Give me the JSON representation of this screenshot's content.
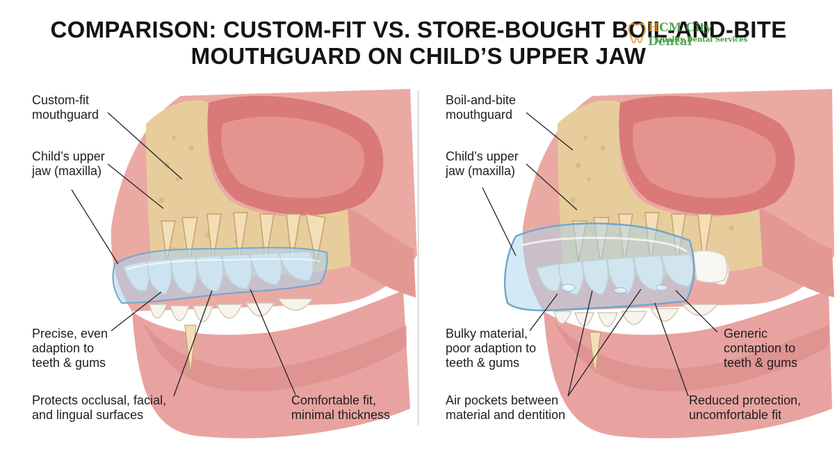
{
  "title": {
    "line1": "COMPARISON: CUSTOM-FIT VS. STORE-BOUGHT BOIL-AND-BITE",
    "line2": "MOUTHGUARD ON CHILD’S UPPER JAW"
  },
  "logo": {
    "name_part1": "H",
    "name_part2": "CM City Dental",
    "tagline": "Quality Dental Services"
  },
  "left_panel": {
    "labels": {
      "mouthguard": "Custom-fit\nmouthguard",
      "jaw": "Child’s upper\njaw (maxilla)",
      "adaption": "Precise, even\nadaption to\nteeth & gums",
      "protects": "Protects occlusal, facial,\nand lingual surfaces",
      "comfort": "Comfortable fit,\nminimal thickness"
    }
  },
  "right_panel": {
    "labels": {
      "mouthguard": "Boil-and-bite\nmouthguard",
      "jaw": "Child’s upper\njaw (maxilla)",
      "bulky": "Bulky material,\npoor adaption to\nteeth & gums",
      "generic": "Generic\ncontaption to\nteeth & gums",
      "air": "Air pockets between\nmaterial and dentition",
      "reduced": "Reduced protection,\nuncomfortable fit"
    }
  },
  "colors": {
    "gum": "#e9a0a0",
    "bone": "#e8cf9f",
    "tooth": "#f7f4ee",
    "guard": "#a9d3ee"
  }
}
